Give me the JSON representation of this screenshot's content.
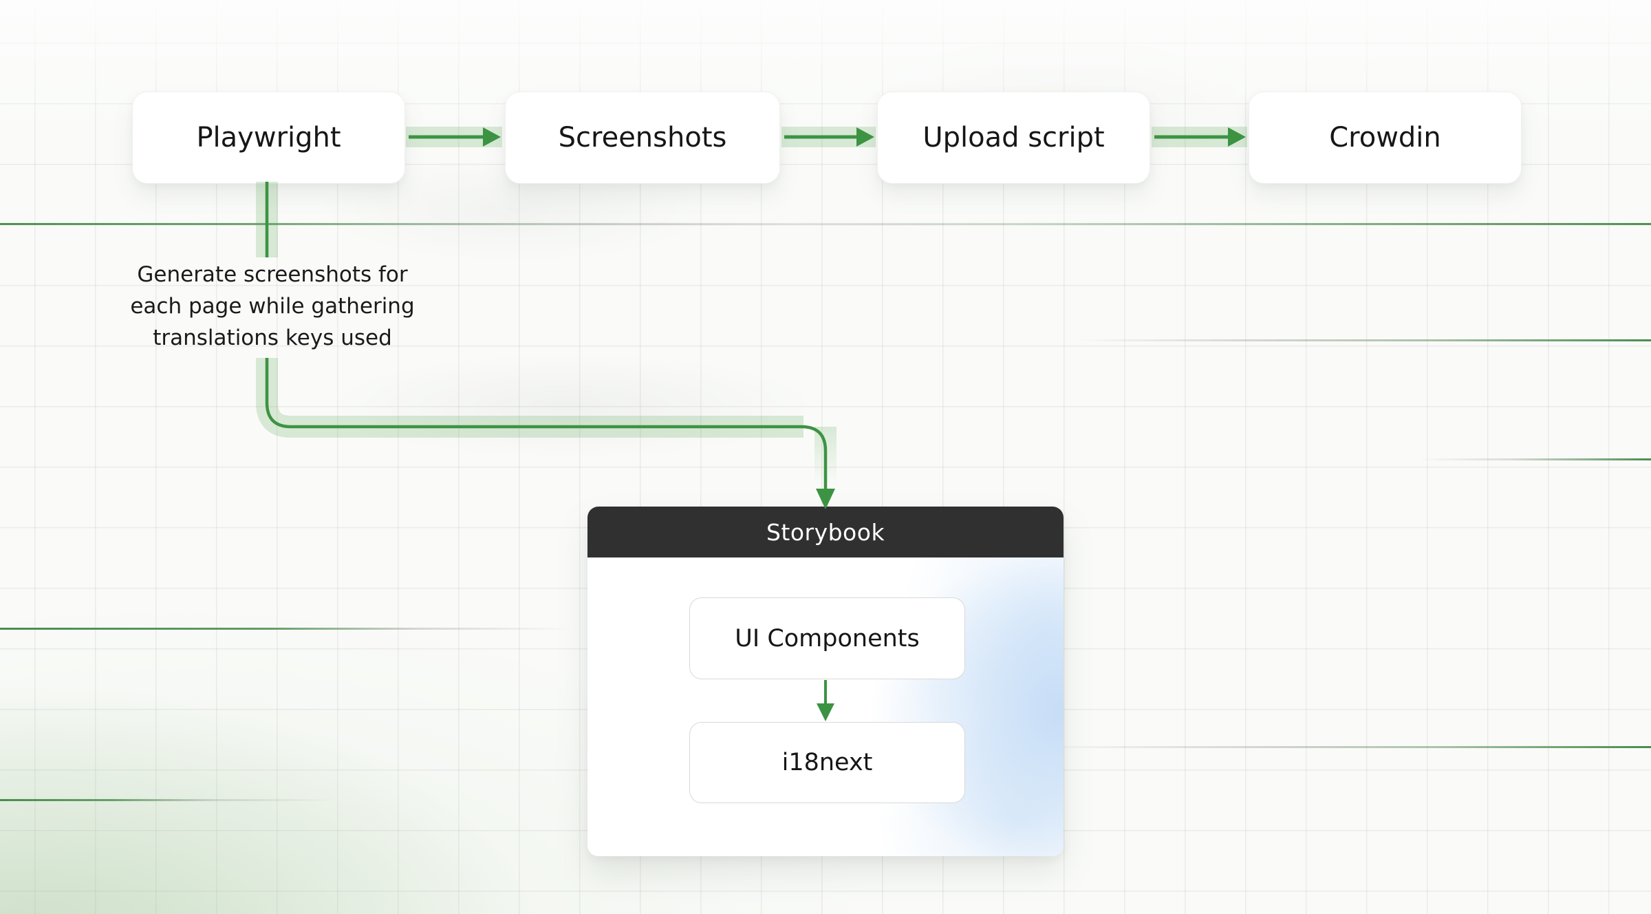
{
  "diagram": {
    "nodes": {
      "playwright": {
        "label": "Playwright"
      },
      "screenshots": {
        "label": "Screenshots"
      },
      "upload_script": {
        "label": "Upload script"
      },
      "crowdin": {
        "label": "Crowdin"
      },
      "ui_components": {
        "label": "UI Components"
      },
      "i18next": {
        "label": "i18next"
      }
    },
    "storybook": {
      "title": "Storybook"
    },
    "annotation": {
      "text": "Generate screenshots for\neach page while gathering\ntranslations keys used"
    },
    "colors": {
      "connector_green": "#3c9342",
      "connector_glow": "rgba(76,160,70,0.20)",
      "accent_line_green": "#478d4c",
      "storybook_header": "#303030",
      "node_text": "#161616",
      "storybook_title_text": "#ffffff"
    }
  }
}
